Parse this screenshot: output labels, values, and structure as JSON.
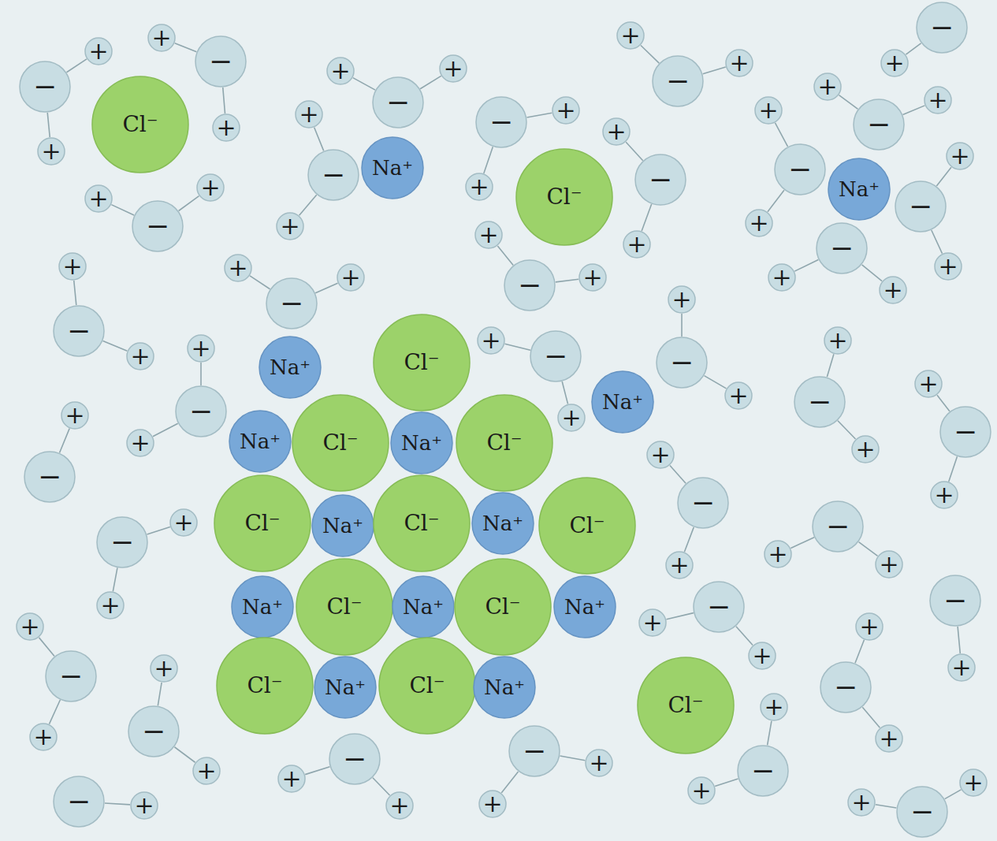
{
  "diagram": {
    "nodes": [
      {
        "text": [
          "Cl⁻"
        ]
      },
      {
        "text": [
          "Na⁺"
        ]
      },
      {
        "text": [
          "Cl⁻"
        ]
      },
      {
        "text": [
          "Na⁺"
        ]
      },
      {
        "text": [
          "Na⁺"
        ]
      },
      {
        "text": [
          "Cl⁻"
        ]
      },
      {
        "text": [
          "Na⁺"
        ]
      },
      {
        "text": [
          "Na⁺"
        ]
      },
      {
        "text": [
          "Cl⁻"
        ]
      },
      {
        "text": [
          "Na⁺"
        ]
      },
      {
        "text": [
          "Cl⁻"
        ]
      },
      {
        "text": [
          "Cl⁻"
        ]
      },
      {
        "text": [
          "Na⁺"
        ]
      },
      {
        "text": [
          "Cl⁻"
        ]
      },
      {
        "text": [
          "Na⁺"
        ]
      },
      {
        "text": [
          "Cl⁻"
        ]
      },
      {
        "text": [
          "Na⁺"
        ]
      },
      {
        "text": [
          "Cl⁻"
        ]
      },
      {
        "text": [
          "Na⁺"
        ]
      },
      {
        "text": [
          "Cl⁻"
        ]
      },
      {
        "text": [
          "Na⁺"
        ]
      },
      {
        "text": [
          "Cl⁻"
        ]
      },
      {
        "text": [
          "Na⁺"
        ]
      },
      {
        "text": [
          "Cl⁻"
        ]
      },
      {
        "text": [
          "Na⁺"
        ]
      },
      {
        "text": [
          "Cl⁻"
        ]
      },
      {
        "text": [
          "−"
        ]
      },
      {
        "text": [
          "+"
        ]
      },
      {
        "text": [
          "+"
        ]
      },
      {
        "text": [
          "−"
        ]
      },
      {
        "text": [
          "+"
        ]
      },
      {
        "text": [
          "+"
        ]
      },
      {
        "text": [
          "−"
        ]
      },
      {
        "text": [
          "+"
        ]
      },
      {
        "text": [
          "+"
        ]
      },
      {
        "text": [
          "−"
        ]
      },
      {
        "text": [
          "+"
        ]
      },
      {
        "text": [
          "+"
        ]
      },
      {
        "text": [
          "−"
        ]
      },
      {
        "text": [
          "+"
        ]
      },
      {
        "text": [
          "+"
        ]
      },
      {
        "text": [
          "−"
        ]
      },
      {
        "text": [
          "+"
        ]
      },
      {
        "text": [
          "+"
        ]
      },
      {
        "text": [
          "−"
        ]
      },
      {
        "text": [
          "+"
        ]
      },
      {
        "text": [
          "+"
        ]
      },
      {
        "text": [
          "−"
        ]
      },
      {
        "text": [
          "+"
        ]
      },
      {
        "text": [
          "+"
        ]
      },
      {
        "text": [
          "−"
        ]
      },
      {
        "text": [
          "+"
        ]
      },
      {
        "text": [
          "+"
        ]
      },
      {
        "text": [
          "−"
        ]
      },
      {
        "text": [
          "+"
        ]
      },
      {
        "text": [
          "−"
        ]
      },
      {
        "text": [
          "+"
        ]
      },
      {
        "text": [
          "+"
        ]
      },
      {
        "text": [
          "−"
        ]
      },
      {
        "text": [
          "+"
        ]
      },
      {
        "text": [
          "+"
        ]
      },
      {
        "text": [
          "−"
        ]
      },
      {
        "text": [
          "+"
        ]
      },
      {
        "text": [
          "+"
        ]
      },
      {
        "text": [
          "−"
        ]
      },
      {
        "text": [
          "+"
        ]
      },
      {
        "text": [
          "+"
        ]
      },
      {
        "text": [
          "−"
        ]
      },
      {
        "text": [
          "+"
        ]
      },
      {
        "text": [
          "+"
        ]
      },
      {
        "text": [
          "−"
        ]
      },
      {
        "text": [
          "+"
        ]
      },
      {
        "text": [
          "+"
        ]
      },
      {
        "text": [
          "−"
        ]
      },
      {
        "text": [
          "+"
        ]
      },
      {
        "text": [
          "+"
        ]
      },
      {
        "text": [
          "−"
        ]
      },
      {
        "text": [
          "+"
        ]
      },
      {
        "text": [
          "+"
        ]
      },
      {
        "text": [
          "−"
        ]
      },
      {
        "text": [
          "+"
        ]
      },
      {
        "text": [
          "+"
        ]
      },
      {
        "text": [
          "−"
        ]
      },
      {
        "text": [
          "+"
        ]
      },
      {
        "text": [
          "+"
        ]
      },
      {
        "text": [
          "−"
        ]
      },
      {
        "text": [
          "+"
        ]
      },
      {
        "text": [
          "+"
        ]
      },
      {
        "text": [
          "−"
        ]
      },
      {
        "text": [
          "+"
        ]
      },
      {
        "text": [
          "−"
        ]
      },
      {
        "text": [
          "+"
        ]
      },
      {
        "text": [
          "+"
        ]
      },
      {
        "text": [
          "−"
        ]
      },
      {
        "text": [
          "+"
        ]
      },
      {
        "text": [
          "+"
        ]
      },
      {
        "text": [
          "−"
        ]
      },
      {
        "text": [
          "+"
        ]
      },
      {
        "text": [
          "+"
        ]
      },
      {
        "text": [
          "−"
        ]
      },
      {
        "text": [
          "+"
        ]
      },
      {
        "text": [
          "−"
        ]
      },
      {
        "text": [
          "+"
        ]
      },
      {
        "text": [
          "+"
        ]
      },
      {
        "text": [
          "−"
        ]
      },
      {
        "text": [
          "+"
        ]
      },
      {
        "text": [
          "+"
        ]
      },
      {
        "text": [
          "−"
        ]
      },
      {
        "text": [
          "+"
        ]
      },
      {
        "text": [
          "+"
        ]
      },
      {
        "text": [
          "−"
        ]
      },
      {
        "text": [
          "+"
        ]
      },
      {
        "text": [
          "+"
        ]
      },
      {
        "text": [
          "−"
        ]
      },
      {
        "text": [
          "+"
        ]
      },
      {
        "text": [
          "+"
        ]
      },
      {
        "text": [
          "−"
        ]
      },
      {
        "text": [
          "+"
        ]
      },
      {
        "text": [
          "+"
        ]
      },
      {
        "text": [
          "−"
        ]
      },
      {
        "text": [
          "+"
        ]
      },
      {
        "text": [
          "+"
        ]
      },
      {
        "text": [
          "−"
        ]
      },
      {
        "text": [
          "+"
        ]
      },
      {
        "text": [
          "+"
        ]
      },
      {
        "text": [
          "−"
        ]
      },
      {
        "text": [
          "+"
        ]
      }
    ],
    "edges": [
      {
        "from": 26,
        "to": 27,
        "arrow": "none"
      },
      {
        "from": 26,
        "to": 28,
        "arrow": "none"
      },
      {
        "from": 29,
        "to": 30,
        "arrow": "none"
      },
      {
        "from": 29,
        "to": 31,
        "arrow": "none"
      },
      {
        "from": 32,
        "to": 33,
        "arrow": "none"
      },
      {
        "from": 32,
        "to": 34,
        "arrow": "none"
      },
      {
        "from": 35,
        "to": 36,
        "arrow": "none"
      },
      {
        "from": 35,
        "to": 37,
        "arrow": "none"
      },
      {
        "from": 38,
        "to": 39,
        "arrow": "none"
      },
      {
        "from": 38,
        "to": 40,
        "arrow": "none"
      },
      {
        "from": 41,
        "to": 42,
        "arrow": "none"
      },
      {
        "from": 41,
        "to": 43,
        "arrow": "none"
      },
      {
        "from": 44,
        "to": 45,
        "arrow": "none"
      },
      {
        "from": 44,
        "to": 46,
        "arrow": "none"
      },
      {
        "from": 47,
        "to": 48,
        "arrow": "none"
      },
      {
        "from": 47,
        "to": 49,
        "arrow": "none"
      },
      {
        "from": 50,
        "to": 51,
        "arrow": "none"
      },
      {
        "from": 50,
        "to": 52,
        "arrow": "none"
      },
      {
        "from": 53,
        "to": 54,
        "arrow": "none"
      },
      {
        "from": 55,
        "to": 56,
        "arrow": "none"
      },
      {
        "from": 55,
        "to": 57,
        "arrow": "none"
      },
      {
        "from": 58,
        "to": 59,
        "arrow": "none"
      },
      {
        "from": 58,
        "to": 60,
        "arrow": "none"
      },
      {
        "from": 61,
        "to": 62,
        "arrow": "none"
      },
      {
        "from": 61,
        "to": 63,
        "arrow": "none"
      },
      {
        "from": 64,
        "to": 65,
        "arrow": "none"
      },
      {
        "from": 64,
        "to": 66,
        "arrow": "none"
      },
      {
        "from": 67,
        "to": 68,
        "arrow": "none"
      },
      {
        "from": 67,
        "to": 69,
        "arrow": "none"
      },
      {
        "from": 70,
        "to": 71,
        "arrow": "none"
      },
      {
        "from": 70,
        "to": 72,
        "arrow": "none"
      },
      {
        "from": 73,
        "to": 74,
        "arrow": "none"
      },
      {
        "from": 73,
        "to": 75,
        "arrow": "none"
      },
      {
        "from": 76,
        "to": 77,
        "arrow": "none"
      },
      {
        "from": 76,
        "to": 78,
        "arrow": "none"
      },
      {
        "from": 79,
        "to": 80,
        "arrow": "none"
      },
      {
        "from": 79,
        "to": 81,
        "arrow": "none"
      },
      {
        "from": 82,
        "to": 83,
        "arrow": "none"
      },
      {
        "from": 82,
        "to": 84,
        "arrow": "none"
      },
      {
        "from": 85,
        "to": 86,
        "arrow": "none"
      },
      {
        "from": 85,
        "to": 87,
        "arrow": "none"
      },
      {
        "from": 88,
        "to": 89,
        "arrow": "none"
      },
      {
        "from": 90,
        "to": 91,
        "arrow": "none"
      },
      {
        "from": 90,
        "to": 92,
        "arrow": "none"
      },
      {
        "from": 93,
        "to": 94,
        "arrow": "none"
      },
      {
        "from": 93,
        "to": 95,
        "arrow": "none"
      },
      {
        "from": 96,
        "to": 97,
        "arrow": "none"
      },
      {
        "from": 96,
        "to": 98,
        "arrow": "none"
      },
      {
        "from": 99,
        "to": 100,
        "arrow": "none"
      },
      {
        "from": 101,
        "to": 102,
        "arrow": "none"
      },
      {
        "from": 101,
        "to": 103,
        "arrow": "none"
      },
      {
        "from": 104,
        "to": 105,
        "arrow": "none"
      },
      {
        "from": 104,
        "to": 106,
        "arrow": "none"
      },
      {
        "from": 107,
        "to": 108,
        "arrow": "none"
      },
      {
        "from": 107,
        "to": 109,
        "arrow": "none"
      },
      {
        "from": 110,
        "to": 111,
        "arrow": "none"
      },
      {
        "from": 110,
        "to": 112,
        "arrow": "none"
      },
      {
        "from": 113,
        "to": 114,
        "arrow": "none"
      },
      {
        "from": 113,
        "to": 115,
        "arrow": "none"
      },
      {
        "from": 116,
        "to": 117,
        "arrow": "none"
      },
      {
        "from": 116,
        "to": 118,
        "arrow": "none"
      },
      {
        "from": 119,
        "to": 120,
        "arrow": "none"
      },
      {
        "from": 119,
        "to": 121,
        "arrow": "none"
      },
      {
        "from": 122,
        "to": 123,
        "arrow": "none"
      },
      {
        "from": 122,
        "to": 124,
        "arrow": "none"
      },
      {
        "from": 125,
        "to": 126,
        "arrow": "none"
      }
    ]
  }
}
